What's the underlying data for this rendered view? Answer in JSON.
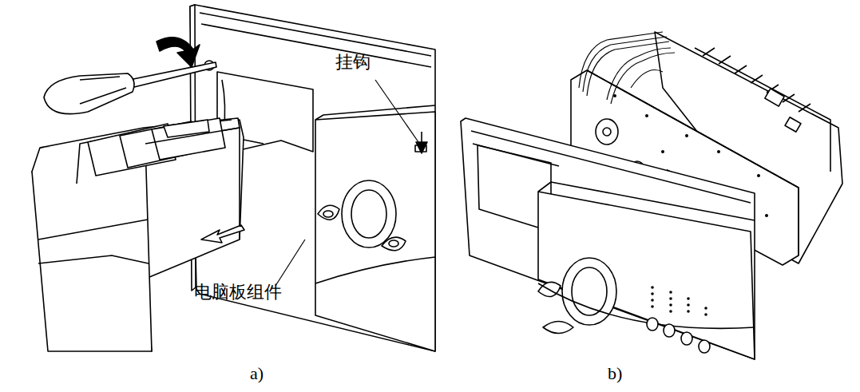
{
  "diagram": {
    "labels": [
      "挂钩",
      "电脑板组件",
      "a)",
      "b)"
    ]
  }
}
